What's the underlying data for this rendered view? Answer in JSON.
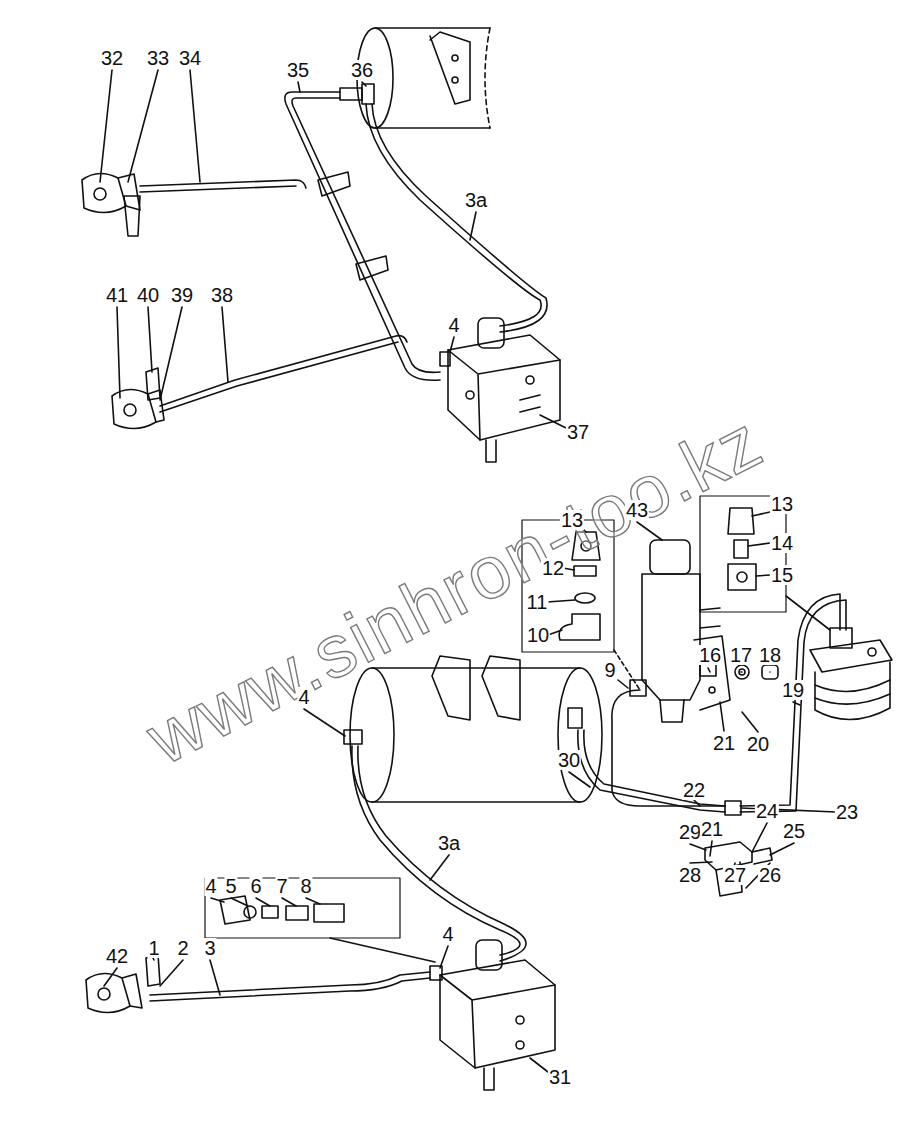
{
  "diagram": {
    "labels": [
      "32",
      "33",
      "34",
      "35",
      "36",
      "3a",
      "4",
      "41",
      "40",
      "39",
      "38",
      "37",
      "www.sinhron-too.kz",
      "43",
      "13",
      "12",
      "11",
      "10",
      "13",
      "14",
      "15",
      "9",
      "16",
      "17",
      "18",
      "19",
      "20",
      "21",
      "4",
      "22",
      "23",
      "29",
      "21",
      "24",
      "30",
      "25",
      "28",
      "27",
      "26",
      "3a",
      "4",
      "5",
      "6",
      "7",
      "8",
      "1",
      "2",
      "3",
      "42",
      "4",
      "31"
    ]
  }
}
